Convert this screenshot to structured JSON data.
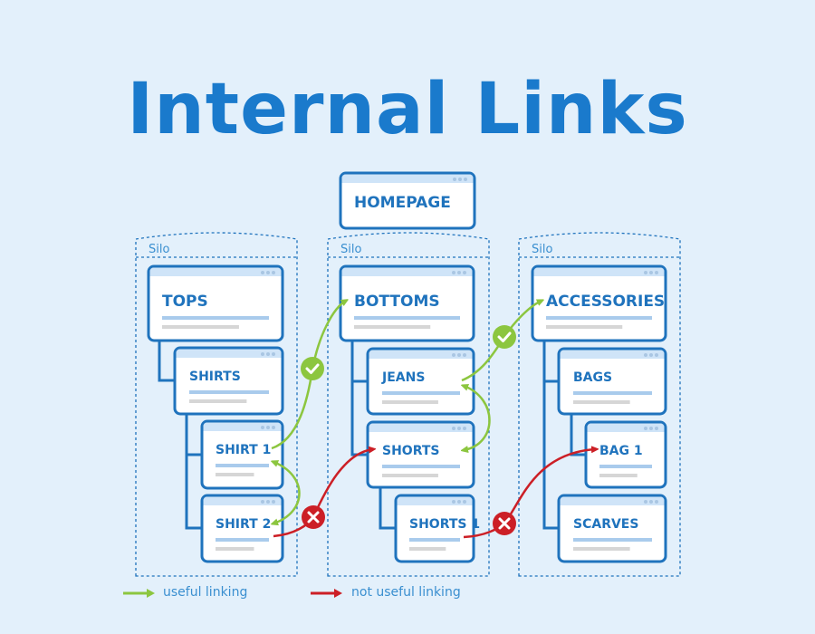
{
  "title": "Internal Links",
  "homepage": {
    "label": "HOMEPAGE"
  },
  "silos": [
    {
      "label": "Silo",
      "pages": [
        {
          "id": "tops",
          "label": "TOPS",
          "level": 0
        },
        {
          "id": "shirts",
          "label": "SHIRTS",
          "level": 1
        },
        {
          "id": "shirt1",
          "label": "SHIRT 1",
          "level": 2
        },
        {
          "id": "shirt2",
          "label": "SHIRT 2",
          "level": 2
        }
      ]
    },
    {
      "label": "Silo",
      "pages": [
        {
          "id": "bottoms",
          "label": "BOTTOMS",
          "level": 0
        },
        {
          "id": "jeans",
          "label": "JEANS",
          "level": 1
        },
        {
          "id": "shorts",
          "label": "SHORTS",
          "level": 1
        },
        {
          "id": "shorts1",
          "label": "SHORTS 1",
          "level": 2
        }
      ]
    },
    {
      "label": "Silo",
      "pages": [
        {
          "id": "accessories",
          "label": "ACCESSORIES",
          "level": 0
        },
        {
          "id": "bags",
          "label": "BAGS",
          "level": 1
        },
        {
          "id": "bag1",
          "label": "BAG 1",
          "level": 2
        },
        {
          "id": "scarves",
          "label": "SCARVES",
          "level": 1
        }
      ]
    }
  ],
  "links": [
    {
      "from": "shirt1",
      "to": "bottoms",
      "type": "useful",
      "marker": "check"
    },
    {
      "from": "shirt1",
      "to": "shirt2",
      "type": "useful",
      "bidirectional": true
    },
    {
      "from": "shirt2",
      "to": "shorts",
      "type": "not_useful",
      "marker": "cross"
    },
    {
      "from": "jeans",
      "to": "accessories",
      "type": "useful",
      "marker": "check"
    },
    {
      "from": "jeans",
      "to": "shorts",
      "type": "useful",
      "bidirectional": true
    },
    {
      "from": "shorts1",
      "to": "bag1",
      "type": "not_useful",
      "marker": "cross"
    }
  ],
  "legend": {
    "useful": "useful linking",
    "not_useful": "not useful linking"
  },
  "colors": {
    "background": "#e3f0fb",
    "primary": "#1f73bd",
    "title": "#1a7acc",
    "useful": "#8cc63f",
    "not_useful": "#cc1f26",
    "card_header": "#cfe4f8",
    "bar_blue": "#a9cbec",
    "bar_gray": "#d6d6d6"
  }
}
